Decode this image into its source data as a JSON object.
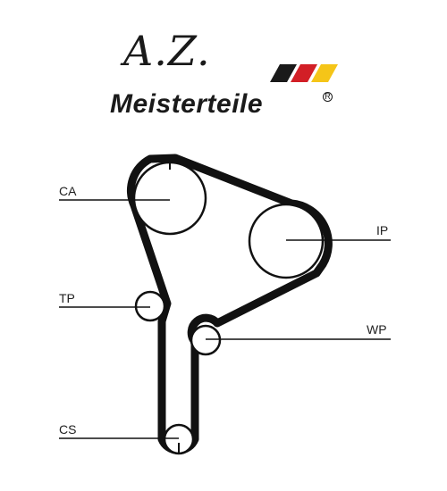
{
  "logo": {
    "script_text": "A.Z.",
    "brand_text": "Meisterteile",
    "registered_mark": "R",
    "flag_colors": [
      "#1a1a1a",
      "#d21f26",
      "#f5c518"
    ]
  },
  "components": {
    "CA": "CA",
    "IP": "IP",
    "TP": "TP",
    "WP": "WP",
    "CS": "CS"
  },
  "colors": {
    "belt": "#111111",
    "pulley": "#111111",
    "leader": "#111111",
    "background": "#ffffff"
  }
}
